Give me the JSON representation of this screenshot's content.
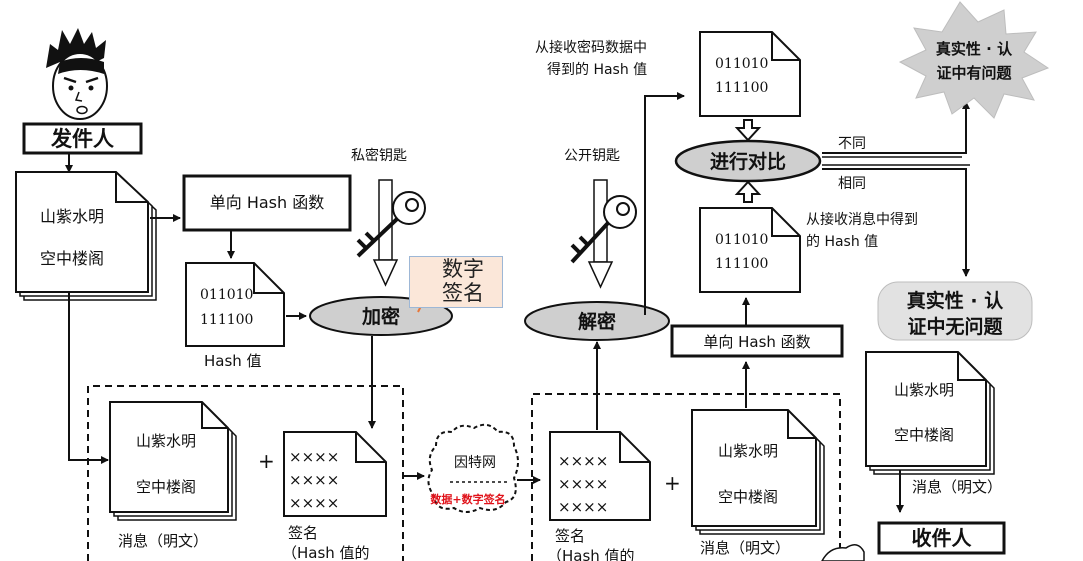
{
  "sender": {
    "label": "发件人"
  },
  "receiver": {
    "label": "收件人"
  },
  "message_doc": {
    "line1": "山紫水明",
    "line2": "空中楼阁"
  },
  "hash_function": {
    "label": "单向 Hash 函数"
  },
  "hash_value": {
    "line1": "011010",
    "line2": "111100",
    "caption": "Hash 值"
  },
  "private_key": {
    "label": "私密钥匙"
  },
  "public_key": {
    "label": "公开钥匙"
  },
  "encrypt": {
    "label": "加密"
  },
  "decrypt": {
    "label": "解密"
  },
  "note": {
    "line1": "数字",
    "line2": "签名"
  },
  "signature_doc": {
    "mark": "××××",
    "caption_line1": "签名",
    "caption_line2": "（Hash 值的"
  },
  "plus": "+",
  "message_caption": "消息（明文）",
  "internet": {
    "label": "因特网",
    "sublabel": "数据+数字签名"
  },
  "compare": {
    "label": "进行对比"
  },
  "from_cipher": {
    "line1": "从接收密码数据中",
    "line2": "得到的 Hash 值"
  },
  "from_message": {
    "line1": "从接收消息中得到",
    "line2": "的 Hash 值"
  },
  "different": "不同",
  "same": "相同",
  "result_bad": {
    "line1": "真实性 · 认",
    "line2": "证中有问题"
  },
  "result_good": {
    "line1": "真实性 · 认",
    "line2": "证中无问题"
  }
}
